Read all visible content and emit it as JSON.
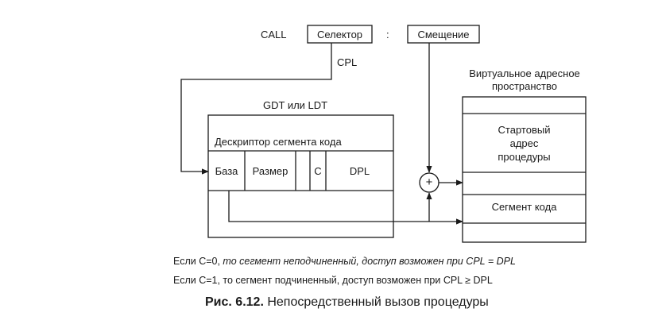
{
  "instruction": {
    "opcode": "CALL",
    "selector": "Селектор",
    "separator": ":",
    "offset": "Смещение",
    "cpl": "CPL"
  },
  "gdt": {
    "title": "GDT или LDT",
    "descriptor": "Дескриптор сегмента кода",
    "fields": {
      "base": "База",
      "size": "Размер",
      "c": "C",
      "dpl": "DPL"
    }
  },
  "adder": {
    "symbol": "+"
  },
  "address_space": {
    "title_line1": "Виртуальное адресное",
    "title_line2": "пространство",
    "start_line1": "Стартовый",
    "start_line2": "адрес",
    "start_line3": "процедуры",
    "code_segment": "Сегмент кода"
  },
  "notes": {
    "c0_prefix": "Если C=0, ",
    "c0_body": "то сегмент неподчиненный, доступ возможен при CPL = DPL",
    "c1_prefix": "Если C=1, ",
    "c1_body": "то сегмент подчиненный, доступ возможен при CPL ≥ DPL"
  },
  "caption": {
    "number": "Рис. 6.12.",
    "text": "Непосредственный вызов процедуры"
  },
  "colors": {
    "ink": "#1a1a1a",
    "background": "#ffffff"
  }
}
